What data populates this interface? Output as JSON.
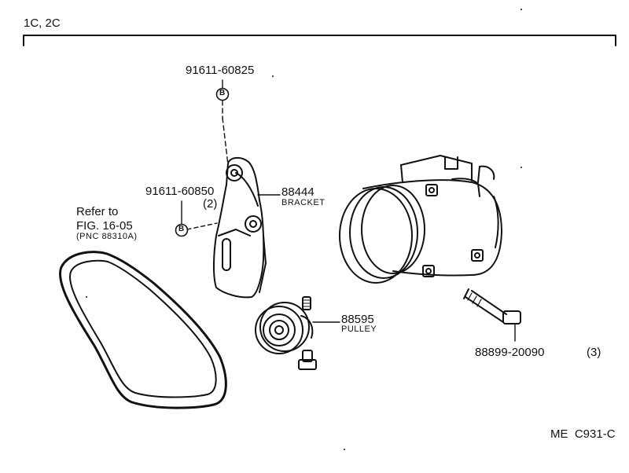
{
  "header": {
    "engine_codes": "1C, 2C"
  },
  "callouts": {
    "bolt_top": {
      "part_no": "91611-60825",
      "marker": "B"
    },
    "bolt_side": {
      "part_no": "91611-60850",
      "qty": "(2)",
      "marker": "B"
    },
    "bracket": {
      "part_no": "88444",
      "name": "BRACKET"
    },
    "pulley": {
      "part_no": "88595",
      "name": "PULLEY"
    },
    "bolt_compressor": {
      "part_no": "88899-20090",
      "qty": "(3)"
    },
    "belt_ref": {
      "line1": "Refer to",
      "line2": "FIG. 16-05",
      "line3": "(PNC 88310A)"
    }
  },
  "footer": {
    "figure_code": "ME  C931-C"
  }
}
